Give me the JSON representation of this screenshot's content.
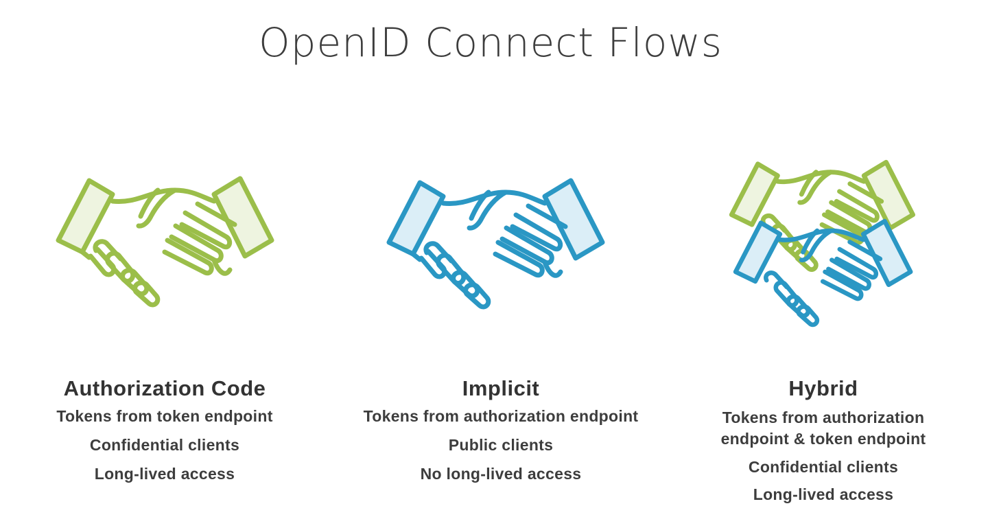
{
  "title": "OpenID Connect Flows",
  "colors": {
    "green": "#9bbe4a",
    "green_fill": "#eef4e0",
    "blue": "#2a97c4",
    "blue_fill": "#dbeef7",
    "text": "#3a3a3a"
  },
  "flows": [
    {
      "name": "Authorization Code",
      "icon": "handshake-icon-green",
      "points": [
        "Tokens from token endpoint",
        "Confidential clients",
        "Long-lived access"
      ]
    },
    {
      "name": "Implicit",
      "icon": "handshake-icon-blue",
      "points": [
        "Tokens from authorization endpoint",
        "Public clients",
        "No long-lived access"
      ]
    },
    {
      "name": "Hybrid",
      "icon": "handshake-icon-green-blue",
      "points": [
        "Tokens from authorization endpoint & token endpoint",
        "Confidential clients",
        "Long-lived access"
      ]
    }
  ]
}
